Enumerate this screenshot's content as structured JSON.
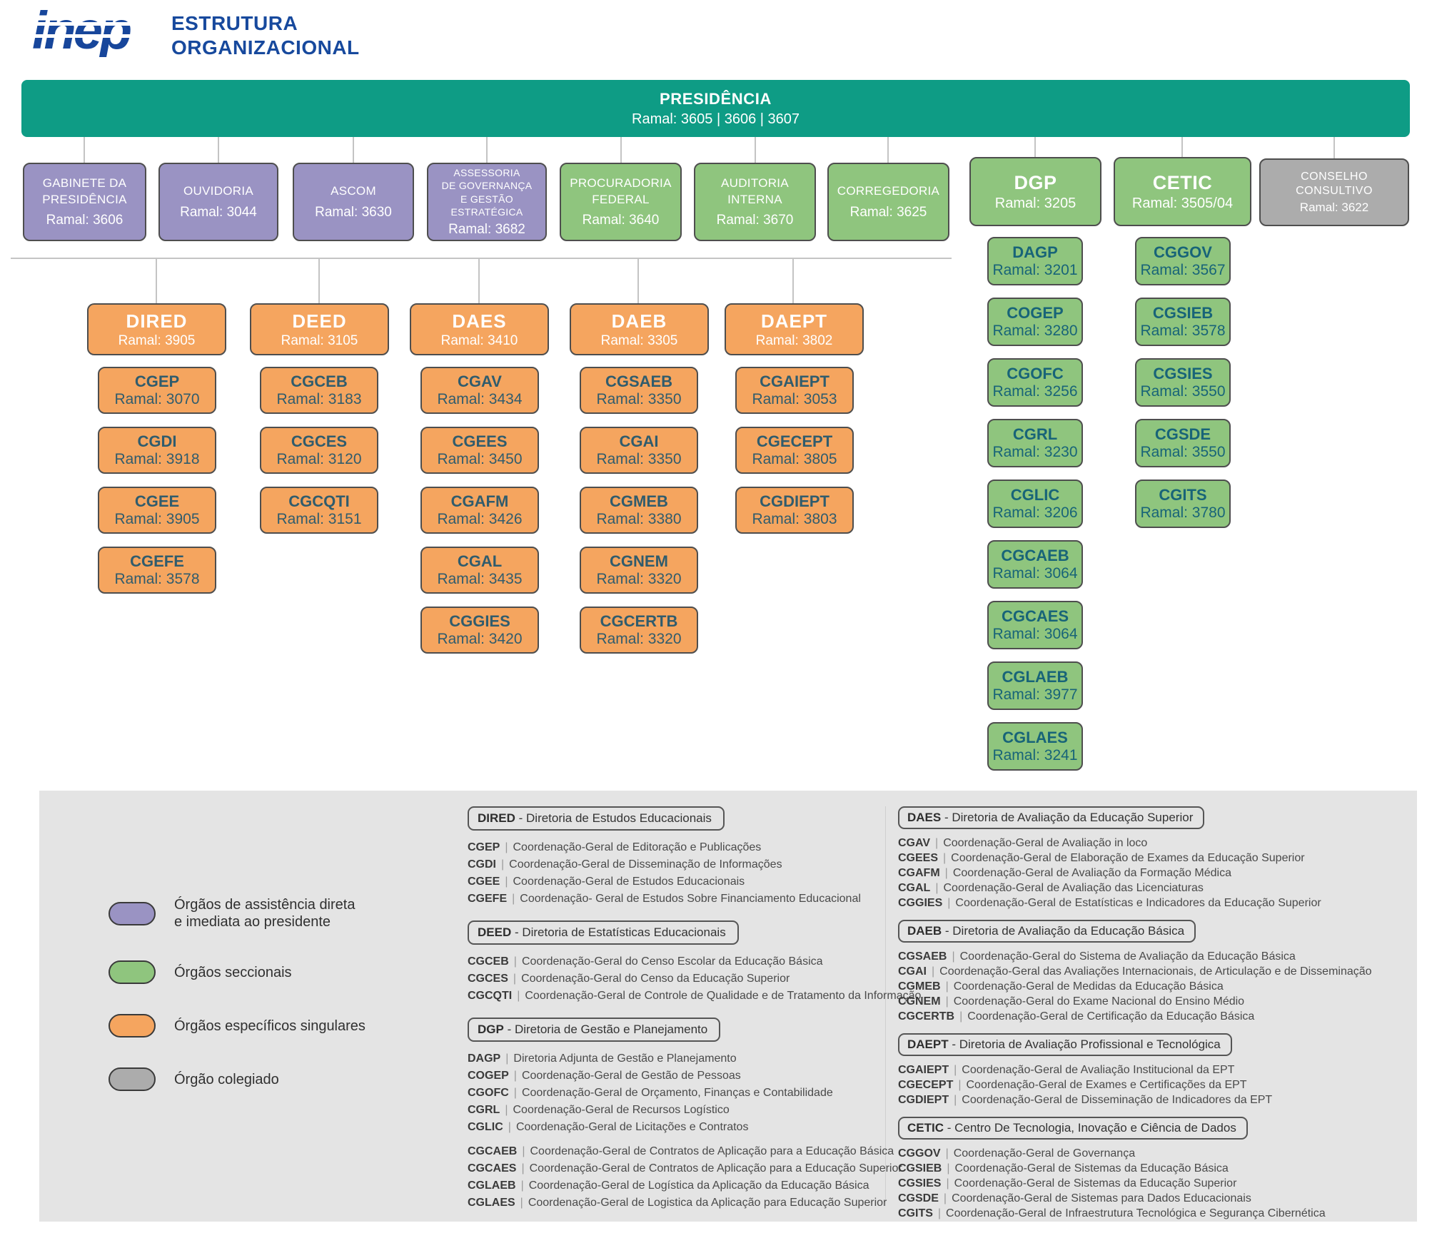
{
  "colors": {
    "teal": "#0E9C85",
    "purple": "#9A93C3",
    "green": "#8FC57E",
    "orange": "#F5A55F",
    "gray": "#ACACAC",
    "brand_blue": "#17499D",
    "node_text_teal": "#186478",
    "panel_gray": "#E4E4E4"
  },
  "header": {
    "logo": "inep",
    "title": "ESTRUTURA\nORGANIZACIONAL"
  },
  "presidencia": {
    "name": "PRESIDÊNCIA",
    "ramal": "Ramal: 3605 | 3606 | 3607"
  },
  "row2": [
    {
      "name": "GABINETE DA\nPRESIDÊNCIA",
      "ramal": "Ramal: 3606"
    },
    {
      "name": "OUVIDORIA",
      "ramal": "Ramal: 3044"
    },
    {
      "name": "ASCOM",
      "ramal": "Ramal: 3630"
    },
    {
      "name": "ASSESSORIA\nDE GOVERNANÇA\nE GESTÃO ESTRATÉGICA",
      "ramal": "Ramal: 3682"
    },
    {
      "name": "PROCURADORIA\nFEDERAL",
      "ramal": "Ramal: 3640"
    },
    {
      "name": "AUDITORIA\nINTERNA",
      "ramal": "Ramal: 3670"
    },
    {
      "name": "CORREGEDORIA",
      "ramal": "Ramal: 3625"
    }
  ],
  "dgp": {
    "name": "DGP",
    "ramal": "Ramal: 3205"
  },
  "cetic": {
    "name": "CETIC",
    "ramal": "Ramal: 3505/04"
  },
  "conselho": {
    "name": "CONSELHO\nCONSULTIVO",
    "ramal": "Ramal: 3622"
  },
  "dgp_children": [
    {
      "abbr": "DAGP",
      "ramal": "Ramal: 3201"
    },
    {
      "abbr": "COGEP",
      "ramal": "Ramal: 3280"
    },
    {
      "abbr": "CGOFC",
      "ramal": "Ramal: 3256"
    },
    {
      "abbr": "CGRL",
      "ramal": "Ramal: 3230"
    },
    {
      "abbr": "CGLIC",
      "ramal": "Ramal: 3206"
    },
    {
      "abbr": "CGCAEB",
      "ramal": "Ramal: 3064"
    },
    {
      "abbr": "CGCAES",
      "ramal": "Ramal: 3064"
    },
    {
      "abbr": "CGLAEB",
      "ramal": "Ramal: 3977"
    },
    {
      "abbr": "CGLAES",
      "ramal": "Ramal: 3241"
    }
  ],
  "cetic_children": [
    {
      "abbr": "CGGOV",
      "ramal": "Ramal: 3567"
    },
    {
      "abbr": "CGSIEB",
      "ramal": "Ramal: 3578"
    },
    {
      "abbr": "CGSIES",
      "ramal": "Ramal: 3550"
    },
    {
      "abbr": "CGSDE",
      "ramal": "Ramal: 3550"
    },
    {
      "abbr": "CGITS",
      "ramal": "Ramal: 3780"
    }
  ],
  "directorates": [
    {
      "abbr": "DIRED",
      "ramal": "Ramal: 3905",
      "children": [
        {
          "abbr": "CGEP",
          "ramal": "Ramal: 3070"
        },
        {
          "abbr": "CGDI",
          "ramal": "Ramal: 3918"
        },
        {
          "abbr": "CGEE",
          "ramal": "Ramal: 3905"
        },
        {
          "abbr": "CGEFE",
          "ramal": "Ramal: 3578"
        }
      ]
    },
    {
      "abbr": "DEED",
      "ramal": "Ramal: 3105",
      "children": [
        {
          "abbr": "CGCEB",
          "ramal": "Ramal: 3183"
        },
        {
          "abbr": "CGCES",
          "ramal": "Ramal: 3120"
        },
        {
          "abbr": "CGCQTI",
          "ramal": "Ramal: 3151"
        }
      ]
    },
    {
      "abbr": "DAES",
      "ramal": "Ramal: 3410",
      "children": [
        {
          "abbr": "CGAV",
          "ramal": "Ramal: 3434"
        },
        {
          "abbr": "CGEES",
          "ramal": "Ramal: 3450"
        },
        {
          "abbr": "CGAFM",
          "ramal": "Ramal: 3426"
        },
        {
          "abbr": "CGAL",
          "ramal": "Ramal: 3435"
        },
        {
          "abbr": "CGGIES",
          "ramal": "Ramal: 3420"
        }
      ]
    },
    {
      "abbr": "DAEB",
      "ramal": "Ramal: 3305",
      "children": [
        {
          "abbr": "CGSAEB",
          "ramal": "Ramal: 3350"
        },
        {
          "abbr": "CGAI",
          "ramal": "Ramal: 3350"
        },
        {
          "abbr": "CGMEB",
          "ramal": "Ramal: 3380"
        },
        {
          "abbr": "CGNEM",
          "ramal": "Ramal: 3320"
        },
        {
          "abbr": "CGCERTB",
          "ramal": "Ramal: 3320"
        }
      ]
    },
    {
      "abbr": "DAEPT",
      "ramal": "Ramal: 3802",
      "children": [
        {
          "abbr": "CGAIEPT",
          "ramal": "Ramal: 3053"
        },
        {
          "abbr": "CGECEPT",
          "ramal": "Ramal: 3805"
        },
        {
          "abbr": "CGDIEPT",
          "ramal": "Ramal: 3803"
        }
      ]
    }
  ],
  "legend": {
    "items": [
      {
        "label": "Órgãos de assistência direta\ne imediata ao presidente"
      },
      {
        "label": "Órgãos seccionais"
      },
      {
        "label": "Órgãos específicos singulares"
      },
      {
        "label": "Órgão colegiado"
      }
    ]
  },
  "gloss": {
    "dired": {
      "abbr": "DIRED",
      "rest": " - Diretoria de Estudos Educacionais",
      "entries": [
        {
          "abbr": "CGEP",
          "desc": "Coordenação-Geral de Editoração e Publicações"
        },
        {
          "abbr": "CGDI",
          "desc": "Coordenação-Geral de Disseminação de Informações"
        },
        {
          "abbr": "CGEE",
          "desc": "Coordenação-Geral de Estudos Educacionais"
        },
        {
          "abbr": "CGEFE",
          "desc": "Coordenação- Geral de Estudos Sobre Financiamento Educacional"
        }
      ]
    },
    "deed": {
      "abbr": "DEED",
      "rest": " - Diretoria de Estatísticas Educacionais",
      "entries": [
        {
          "abbr": "CGCEB",
          "desc": "Coordenação-Geral do Censo Escolar da Educação Básica"
        },
        {
          "abbr": "CGCES",
          "desc": "Coordenação-Geral do Censo da Educação Superior"
        },
        {
          "abbr": "CGCQTI",
          "desc": "Coordenação-Geral de Controle de Qualidade e de Tratamento da Informação"
        }
      ]
    },
    "dgp": {
      "abbr": "DGP",
      "rest": " - Diretoria de Gestão e Planejamento",
      "entries": [
        {
          "abbr": "DAGP",
          "desc": "Diretoria Adjunta de Gestão e Planejamento"
        },
        {
          "abbr": "COGEP",
          "desc": "Coordenação-Geral de Gestão de Pessoas"
        },
        {
          "abbr": "CGOFC",
          "desc": "Coordenação-Geral de Orçamento, Finanças e Contabilidade"
        },
        {
          "abbr": "CGRL",
          "desc": "Coordenação-Geral de Recursos Logístico"
        },
        {
          "abbr": "CGLIC",
          "desc": "Coordenação-Geral de Licitações e Contratos"
        }
      ],
      "entries2": [
        {
          "abbr": "CGCAEB",
          "desc": "Coordenação-Geral de Contratos de Aplicação para a Educação Básica"
        },
        {
          "abbr": "CGCAES",
          "desc": "Coordenação-Geral de Contratos de Aplicação para a Educação Superior"
        },
        {
          "abbr": "CGLAEB",
          "desc": "Coordenação-Geral de Logística da Aplicação da Educação Básica"
        },
        {
          "abbr": "CGLAES",
          "desc": "Coordenação-Geral de Logistica da Aplicação para Educação Superior"
        }
      ]
    },
    "daes": {
      "abbr": "DAES",
      "rest": " - Diretoria de Avaliação da Educação Superior",
      "entries": [
        {
          "abbr": "CGAV",
          "desc": "Coordenação-Geral de Avaliação in loco"
        },
        {
          "abbr": "CGEES",
          "desc": "Coordenação-Geral de Elaboração de Exames da Educação Superior"
        },
        {
          "abbr": "CGAFM",
          "desc": "Coordenação-Geral de Avaliação da Formação Médica"
        },
        {
          "abbr": "CGAL",
          "desc": "Coordenação-Geral de Avaliação das Licenciaturas"
        },
        {
          "abbr": "CGGIES",
          "desc": "Coordenação-Geral de Estatísticas e Indicadores da Educação Superior"
        }
      ]
    },
    "daeb": {
      "abbr": "DAEB",
      "rest": " - Diretoria de Avaliação da Educação Básica",
      "entries": [
        {
          "abbr": "CGSAEB",
          "desc": "Coordenação-Geral do Sistema de Avaliação da Educação Básica"
        },
        {
          "abbr": "CGAI",
          "desc": "Coordenação-Geral das Avaliações Internacionais, de Articulação e de Disseminação"
        },
        {
          "abbr": "CGMEB",
          "desc": "Coordenação-Geral de Medidas da Educação Básica"
        },
        {
          "abbr": "CGNEM",
          "desc": "Coordenação-Geral do Exame Nacional do Ensino Médio"
        },
        {
          "abbr": "CGCERTB",
          "desc": "Coordenação-Geral de Certificação da Educação Básica"
        }
      ]
    },
    "daept": {
      "abbr": "DAEPT",
      "rest": " - Diretoria de Avaliação Profissional e Tecnológica",
      "entries": [
        {
          "abbr": "CGAIEPT",
          "desc": "Coordenação-Geral de Avaliação Institucional da EPT"
        },
        {
          "abbr": "CGECEPT",
          "desc": "Coordenação-Geral de Exames e Certificações da EPT"
        },
        {
          "abbr": "CGDIEPT",
          "desc": "Coordenação-Geral de Disseminação de Indicadores da EPT"
        }
      ]
    },
    "cetic": {
      "abbr": "CETIC",
      "rest": " - Centro De Tecnologia, Inovação e Ciência de Dados",
      "entries": [
        {
          "abbr": "CGGOV",
          "desc": "Coordenação-Geral de Governança"
        },
        {
          "abbr": "CGSIEB",
          "desc": "Coordenação-Geral de Sistemas da Educação Básica"
        },
        {
          "abbr": "CGSIES",
          "desc": "Coordenação-Geral de Sistemas da Educação Superior"
        },
        {
          "abbr": "CGSDE",
          "desc": "Coordenação-Geral de Sistemas para Dados Educacionais"
        },
        {
          "abbr": "CGITS",
          "desc": "Coordenação-Geral de Infraestrutura Tecnológica e Segurança Cibernética"
        }
      ]
    }
  },
  "misc": {
    "pipe": "|"
  }
}
